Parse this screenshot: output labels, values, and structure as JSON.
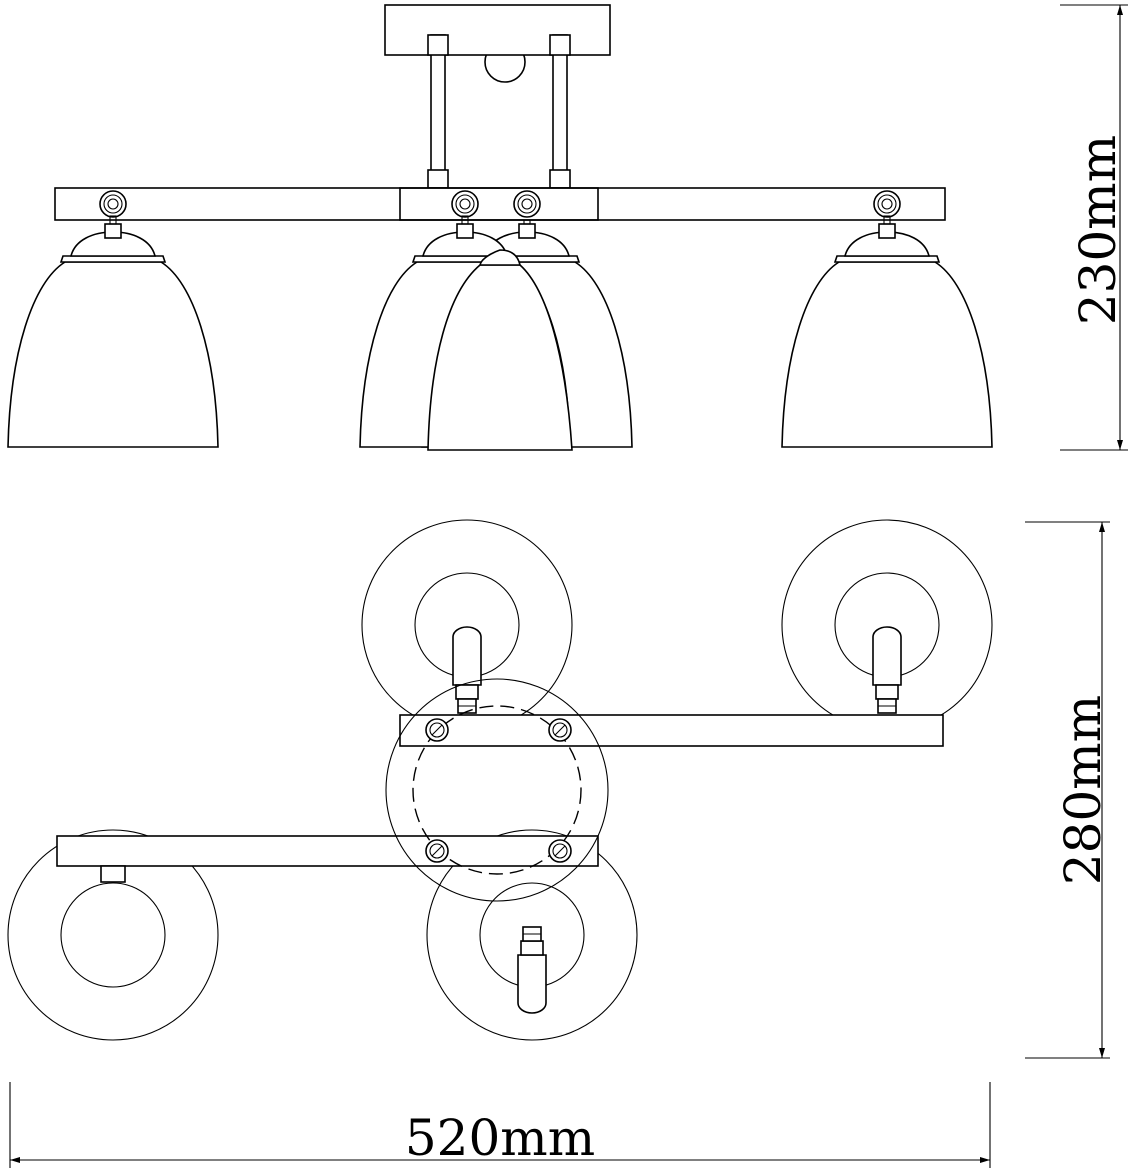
{
  "drawing": {
    "views": [
      "front-view",
      "top-view"
    ],
    "dimensions": {
      "height": "230mm",
      "depth": "280mm",
      "width": "520mm"
    },
    "line_color": "#000000",
    "background": "#ffffff"
  }
}
